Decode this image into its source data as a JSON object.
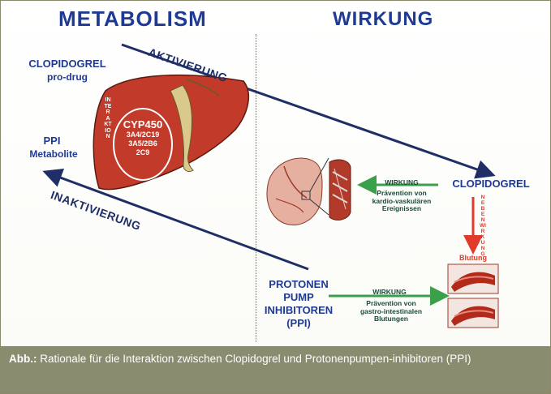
{
  "headings": {
    "left": "METABOLISM",
    "right": "WIRKUNG"
  },
  "arrows": {
    "activation": "AKTIVIERUNG",
    "inactivation": "INAKTIVIERUNG",
    "interaction": "INTERAKTION",
    "side_effect": "NEBENWIRKUNG"
  },
  "left": {
    "clopidogrel": "CLOPIDOGREL",
    "prodrug": "pro-drug",
    "ppi": "PPI",
    "metabolite": "Metabolite"
  },
  "liver": {
    "title": "CYP450",
    "line1": "3A4/2C19",
    "line2": "3A5/2B6",
    "line3": "2C9"
  },
  "right": {
    "clopidogrel": "CLOPIDOGREL",
    "effect1_label": "WIRKUNG",
    "effect1_line1": "Prävention von",
    "effect1_line2": "kardio-vaskulären",
    "effect1_line3": "Ereignissen",
    "bleeding": "Blutung",
    "ppi_line1": "PROTONEN",
    "ppi_line2": "PUMP",
    "ppi_line3": "INHIBITOREN",
    "ppi_line4": "(PPI)",
    "effect2_label": "WIRKUNG",
    "effect2_line1": "Prävention von",
    "effect2_line2": "gastro-intestinalen",
    "effect2_line3": "Blutungen"
  },
  "caption": {
    "prefix": "Abb.:",
    "text": " Rationale für die Interaktion zwischen Clopidogrel und Protonenpumpen-inhibitoren (PPI)"
  },
  "colors": {
    "title_blue": "#1f3a93",
    "liver_red": "#c23a2a",
    "caption_bg": "#8a8c70",
    "green_arrow": "#3aa04a",
    "red_arrow": "#e03a2a"
  }
}
